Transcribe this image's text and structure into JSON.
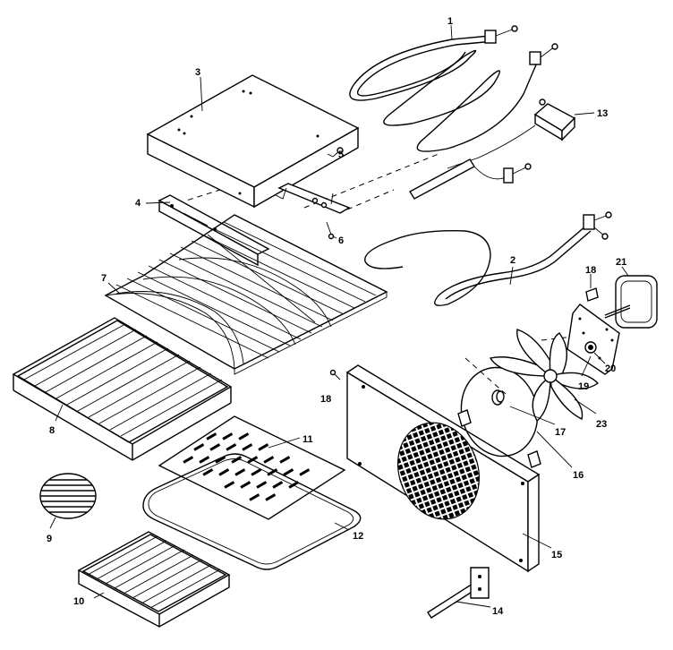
{
  "diagram": {
    "labels": {
      "p1": "1",
      "p2": "2",
      "p3": "3",
      "p4": "4",
      "p5": "5",
      "p6": "6",
      "p7": "7",
      "p8": "8",
      "p9": "9",
      "p10": "10",
      "p11": "11",
      "p12": "12",
      "p13": "13",
      "p14": "14",
      "p15": "15",
      "p16": "16",
      "p17": "17",
      "p18a": "18",
      "p18b": "18",
      "p19": "19",
      "p20": "20",
      "p21": "21",
      "p23": "23"
    }
  }
}
